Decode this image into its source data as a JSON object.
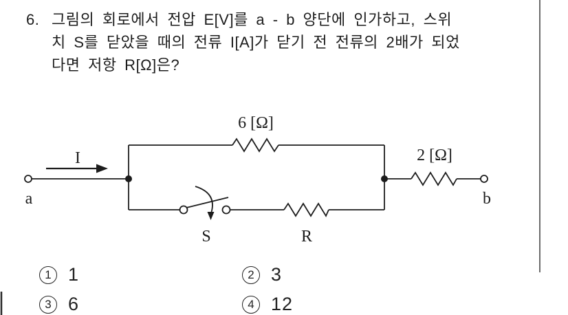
{
  "question": {
    "number": "6.",
    "lines": [
      "그림의 회로에서 전압 E[V]를 a - b 양단에 인가하고, 스위",
      "치 S를 닫았을 때의 전류 I[A]가 닫기 전 전류의 2배가 되었",
      "다면 저항 R[Ω]은?"
    ]
  },
  "circuit": {
    "terminal_a_label": "a",
    "terminal_b_label": "b",
    "current_label": "I",
    "resistor_top_label": "6 [Ω]",
    "resistor_series_label": "2 [Ω]",
    "resistor_unknown_label": "R",
    "switch_label": "S"
  },
  "options": [
    {
      "num": "1",
      "value": "1"
    },
    {
      "num": "2",
      "value": "3"
    },
    {
      "num": "3",
      "value": "6"
    },
    {
      "num": "4",
      "value": "12"
    }
  ],
  "colors": {
    "ink": "#1c1c1c",
    "background": "#ffffff"
  }
}
